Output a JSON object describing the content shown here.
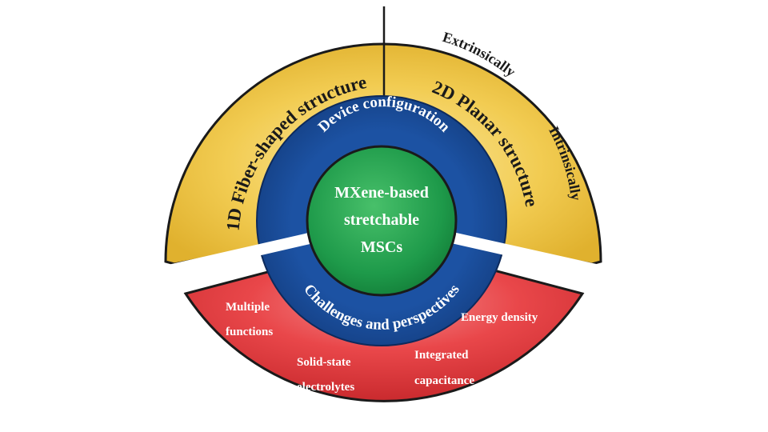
{
  "center": {
    "lines": [
      "MXene-based",
      "stretchable",
      "MSCs"
    ]
  },
  "inner_ring": {
    "top_label": "Device configuration",
    "bottom_label": "Challenges and perspectives"
  },
  "outer_top": {
    "left_label": "1D Fiber-shaped structure",
    "right_label": "2D Planar structure",
    "right_sub_top": "Extrinsically",
    "right_sub_side": "Intrinsically"
  },
  "outer_bottom": {
    "items": {
      "multiple_functions": [
        "Multiple",
        "functions"
      ],
      "solid_state": [
        "Solid-state",
        "electrolytes"
      ],
      "integrated": [
        "Integrated",
        "capacitance"
      ],
      "energy": "Energy density"
    }
  },
  "colors": {
    "yellow": "#f2cc52",
    "red": "#e9474a",
    "blue": "#17458f",
    "green": "#1e9a4a",
    "text_dark": "#1a1a1a",
    "text_light": "#ffffff"
  }
}
